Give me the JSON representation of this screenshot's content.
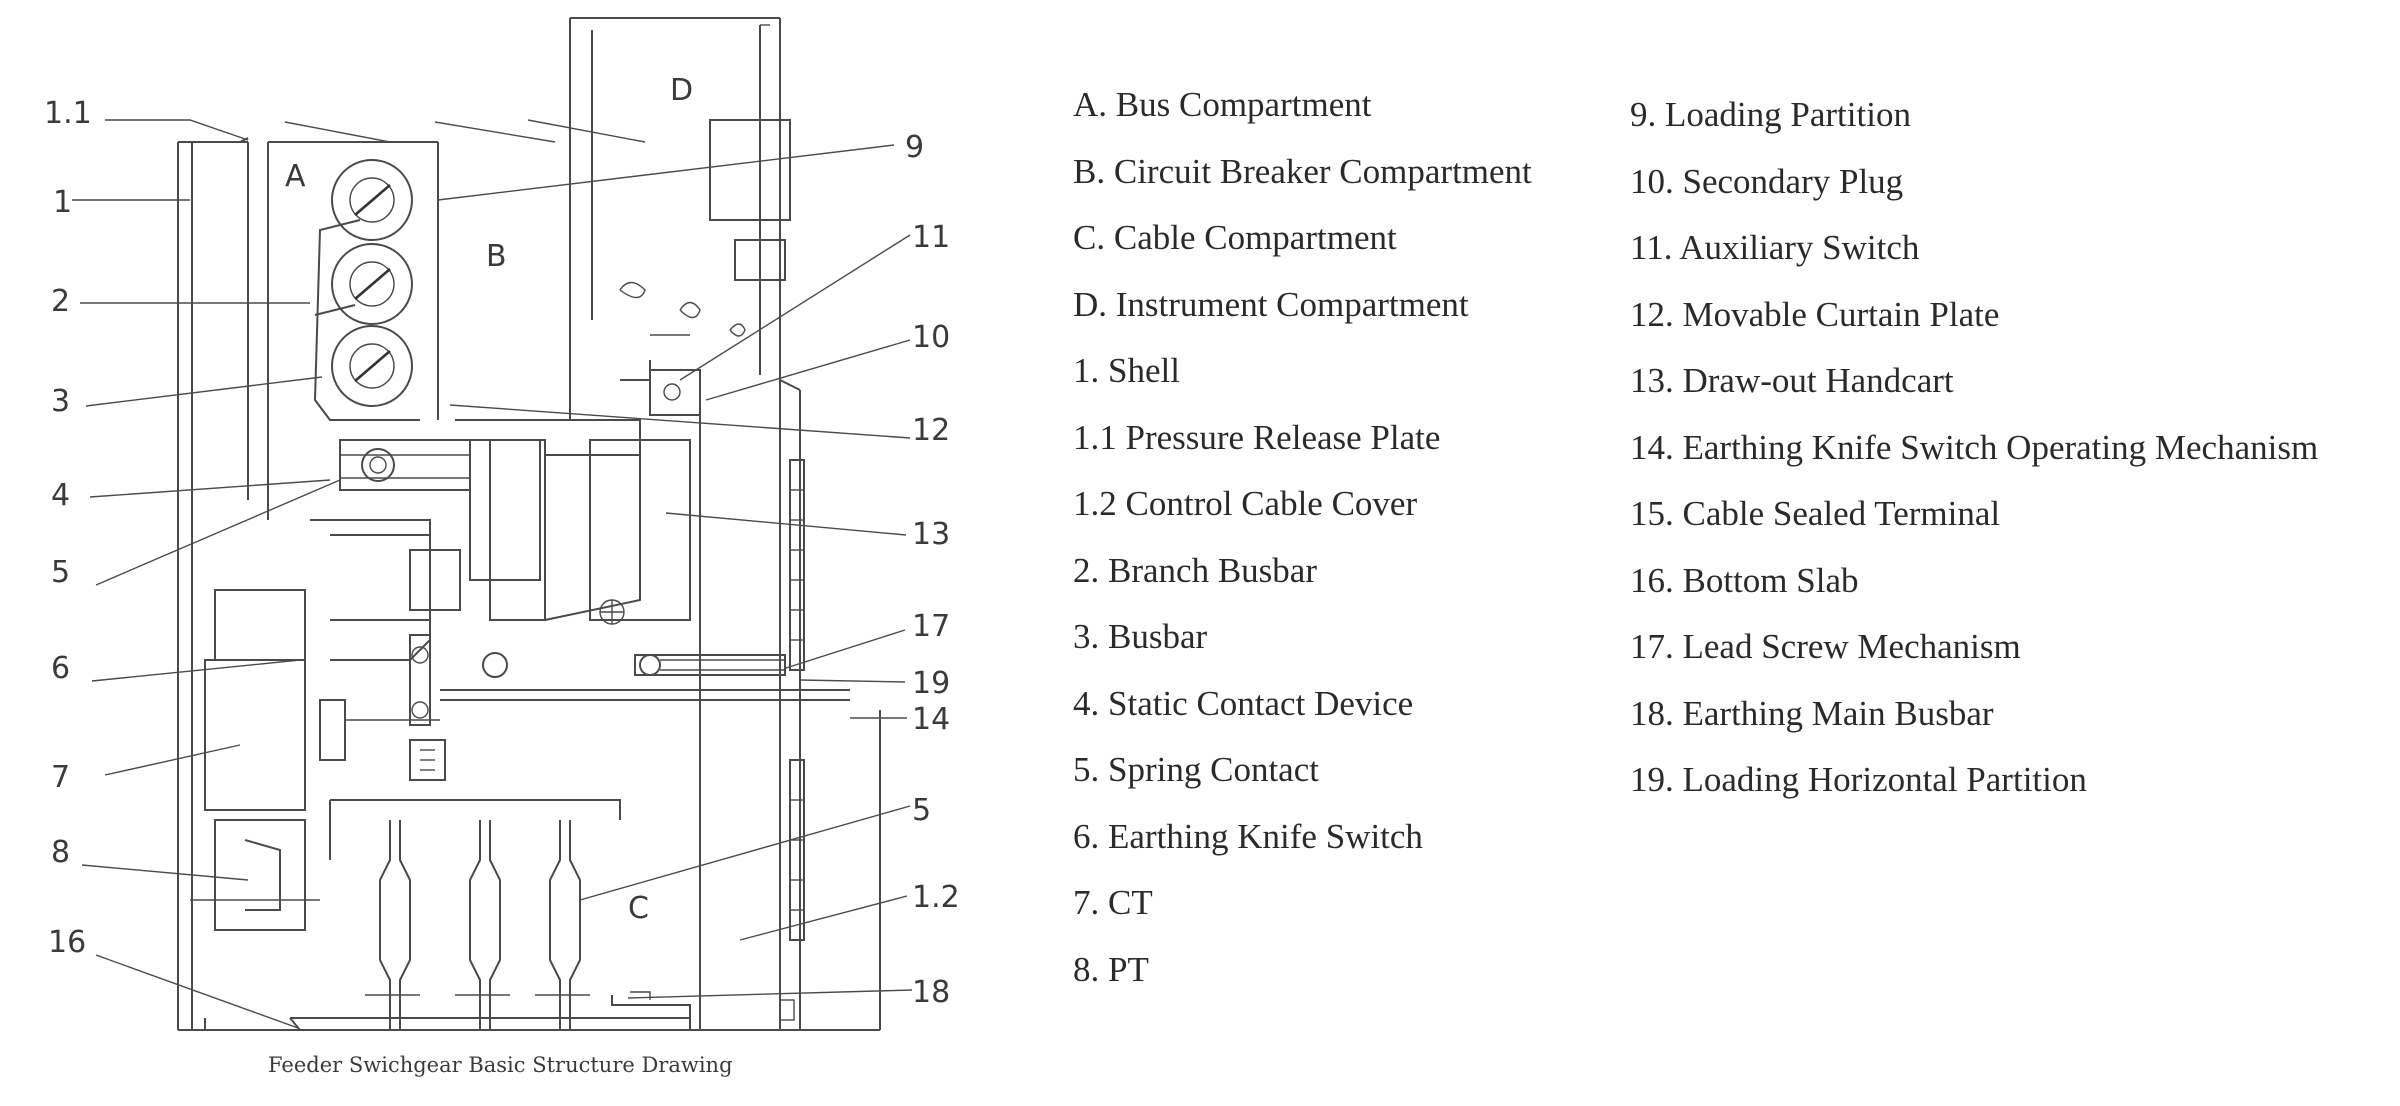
{
  "diagram": {
    "caption": "Feeder Swichgear Basic Structure Drawing",
    "zones": {
      "a": "A",
      "b": "B",
      "c": "C",
      "d": "D"
    },
    "callouts": {
      "c1_1": "1.1",
      "c1": "1",
      "c2": "2",
      "c3": "3",
      "c4": "4",
      "c5_left": "5",
      "c6": "6",
      "c7": "7",
      "c8": "8",
      "c16": "16",
      "c9": "9",
      "c11": "11",
      "c10": "10",
      "c12": "12",
      "c13": "13",
      "c17": "17",
      "c19": "19",
      "c14": "14",
      "c5_right": "5",
      "c1_2": "1.2",
      "c18": "18"
    }
  },
  "legend": {
    "left": [
      "A. Bus Compartment",
      "B. Circuit Breaker Compartment",
      "C. Cable Compartment",
      "D. Instrument Compartment",
      "1. Shell",
      "1.1 Pressure Release Plate",
      "1.2 Control Cable Cover",
      "2. Branch Busbar",
      "3. Busbar",
      "4. Static Contact Device",
      "5. Spring Contact",
      "6. Earthing Knife Switch",
      "7. CT",
      "8. PT"
    ],
    "right": [
      "9. Loading Partition",
      "10. Secondary Plug",
      "11. Auxiliary Switch",
      "12. Movable Curtain Plate",
      "13. Draw-out Handcart",
      "14. Earthing Knife Switch Operating Mechanism",
      "15. Cable Sealed Terminal",
      "16. Bottom Slab",
      "17. Lead Screw Mechanism",
      "18. Earthing Main Busbar",
      "19. Loading Horizontal Partition"
    ]
  }
}
